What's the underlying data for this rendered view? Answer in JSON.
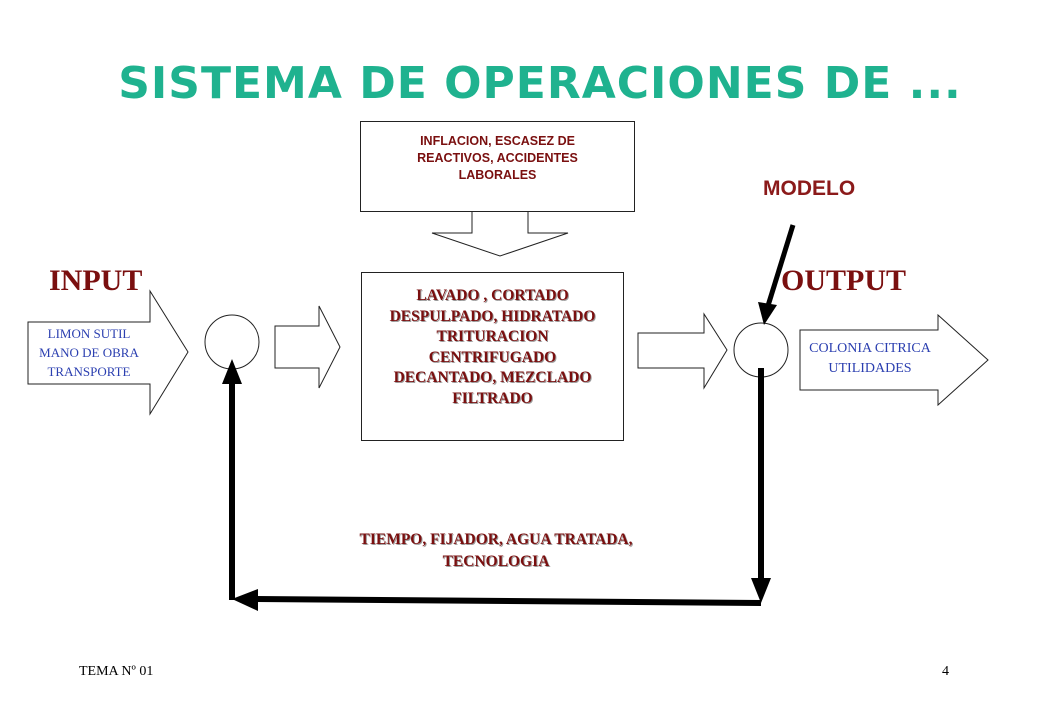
{
  "slide": {
    "title": "SISTEMA DE OPERACIONES DE ...",
    "disturbance_box": {
      "lines": [
        "INFLACION, ESCASEZ DE",
        "REACTIVOS, ACCIDENTES",
        "LABORALES"
      ]
    },
    "modelo_label": "MODELO",
    "input_label": "INPUT",
    "output_label": "OUTPUT",
    "input_arrow": {
      "lines": [
        "LIMON SUTIL",
        "MANO DE OBRA",
        "TRANSPORTE"
      ]
    },
    "process_box": {
      "lines": [
        "LAVADO , CORTADO",
        "DESPULPADO, HIDRATADO",
        "TRITURACION",
        "CENTRIFUGADO",
        "DECANTADO, MEZCLADO",
        "FILTRADO"
      ]
    },
    "output_arrow": {
      "lines": [
        "COLONIA CITRICA",
        "UTILIDADES"
      ]
    },
    "feedback": {
      "lines": [
        "TIEMPO, FIJADOR, AGUA TRATADA,",
        "TECNOLOGIA"
      ]
    },
    "footer_left": "TEMA Nº 01",
    "page_number": "4"
  },
  "colors": {
    "title": "#1fb28f",
    "maroon": "#7a0f0f",
    "blue": "#2b3fb0",
    "modelo": "#8b1a1a"
  }
}
